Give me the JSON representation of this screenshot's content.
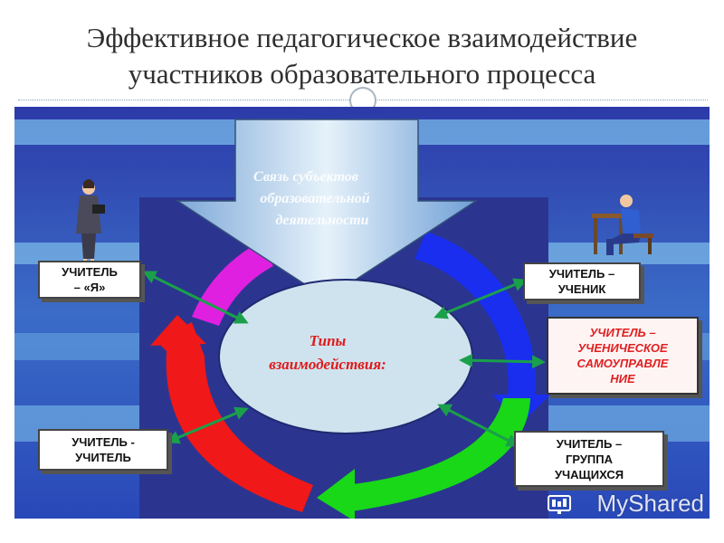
{
  "title": {
    "line1": "Эффективное педагогическое взаимодействие",
    "line2": "участников образовательного процесса"
  },
  "arrow_label": {
    "line1": "Связь субъектов",
    "line2": "образовательной",
    "line3": "деятельности"
  },
  "center": {
    "line1": "Типы",
    "line2": "взаимодействия:"
  },
  "boxes": {
    "teacher_self": "УЧИТЕЛЬ\n– «Я»",
    "teacher_student": "УЧИТЕЛЬ –\nУЧЕНИК",
    "teacher_selfgov": "УЧИТЕЛЬ –\nУЧЕНИЧЕСКОЕ\nСАМОУПРАВЛЕ\nНИЕ",
    "teacher_teacher": "УЧИТЕЛЬ -\nУЧИТЕЛЬ",
    "teacher_group": "УЧИТЕЛЬ –\nГРУППА\nУЧАЩИХСЯ"
  },
  "watermark": "MyShared",
  "colors": {
    "background_top": "#1f2e9a",
    "stripe_light": "#6fb6e6",
    "center_fill": "#cfe3ee",
    "arc_magenta": "#e020e0",
    "arc_blue": "#1a2ef0",
    "arc_red": "#f01818",
    "arc_green": "#18d818",
    "connector": "#1aa04a",
    "box_red_text": "#e02020"
  },
  "icons": [
    "teacher-figure-icon",
    "student-at-desk-icon",
    "myshared-logo-icon"
  ]
}
